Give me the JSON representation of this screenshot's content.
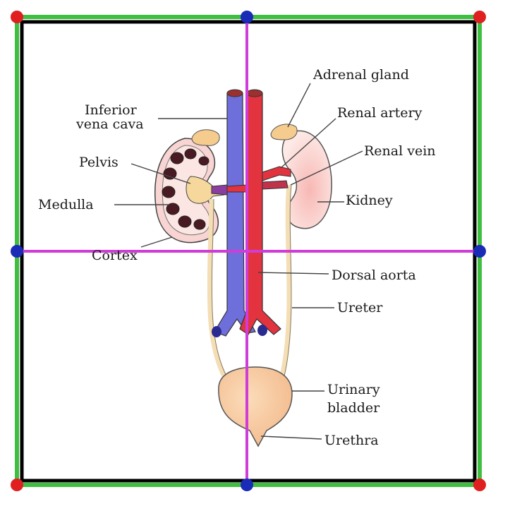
{
  "diagram": {
    "labels": {
      "adrenal_gland": "Adrenal gland",
      "inferior_vena_cava_1": "Inferior",
      "inferior_vena_cava_2": "vena cava",
      "renal_artery": "Renal artery",
      "renal_vein": "Renal vein",
      "pelvis": "Pelvis",
      "medulla": "Medulla",
      "kidney": "Kidney",
      "cortex": "Cortex",
      "dorsal_aorta": "Dorsal aorta",
      "ureter": "Ureter",
      "urinary_bladder_1": "Urinary",
      "urinary_bladder_2": "bladder",
      "urethra": "Urethra"
    }
  },
  "colors": {
    "frame_outer": "#3fbf3f",
    "frame_inner": "#000000",
    "crosshair": "#d03cd8",
    "corner_dot": "#e02020",
    "mid_dot": "#1a2bb8",
    "vein": "#6f6fdc",
    "artery": "#e2333f",
    "kidney_fill": "#f6d2cf",
    "adrenal": "#f5cc8e",
    "ureter": "#f3deb5",
    "bladder": "#f8cc9e"
  }
}
